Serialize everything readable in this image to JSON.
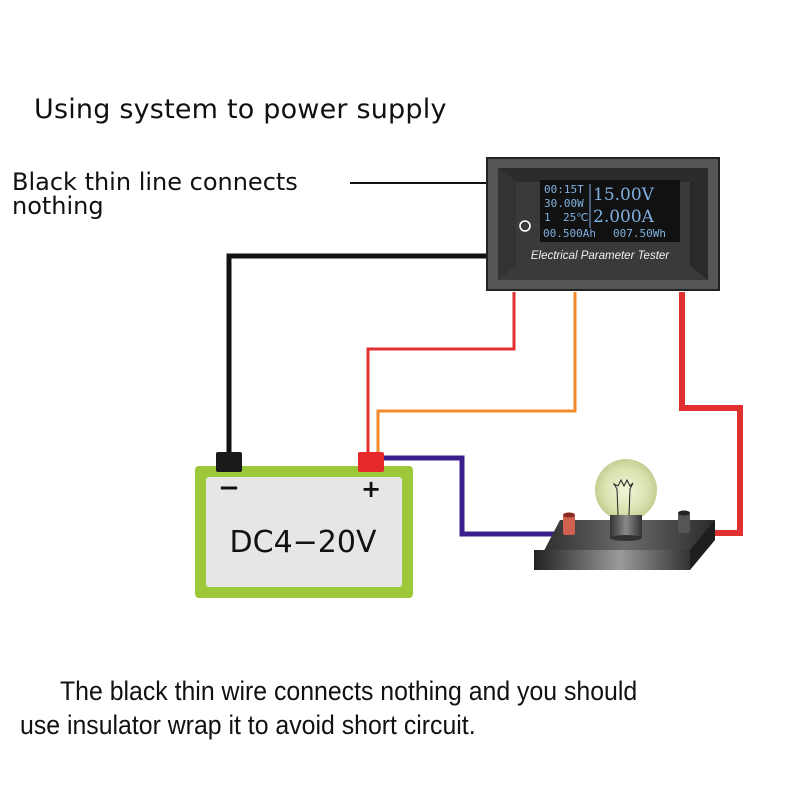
{
  "title": "Using system to power supply",
  "annotation": {
    "line1": "Black thin line connects",
    "line2": "nothing"
  },
  "meter": {
    "label": "Electrical Parameter Tester",
    "display": {
      "time": "00:15T",
      "power": "30.00W",
      "channel": "1",
      "temperature": "25℃",
      "voltage": "15.00V",
      "current": "2.000A",
      "capacity": "00.500Ah",
      "energy": "007.50Wh"
    }
  },
  "battery": {
    "label": "DC4−20V",
    "negative_symbol": "−",
    "positive_symbol": "+"
  },
  "load": {
    "type": "light-bulb"
  },
  "footer": {
    "line1": "The black thin wire connects nothing and you should",
    "line2": "use insulator wrap it to avoid short circuit."
  },
  "colors": {
    "wire_black": "#111111",
    "wire_red": "#e03030",
    "wire_orange": "#f08a2a",
    "wire_purple": "#3a1f8c",
    "battery_frame": "#9dc83a",
    "battery_body": "#e6e6e6",
    "meter_case": "#3a3a3a",
    "lcd_text": "#7fb0e0"
  }
}
